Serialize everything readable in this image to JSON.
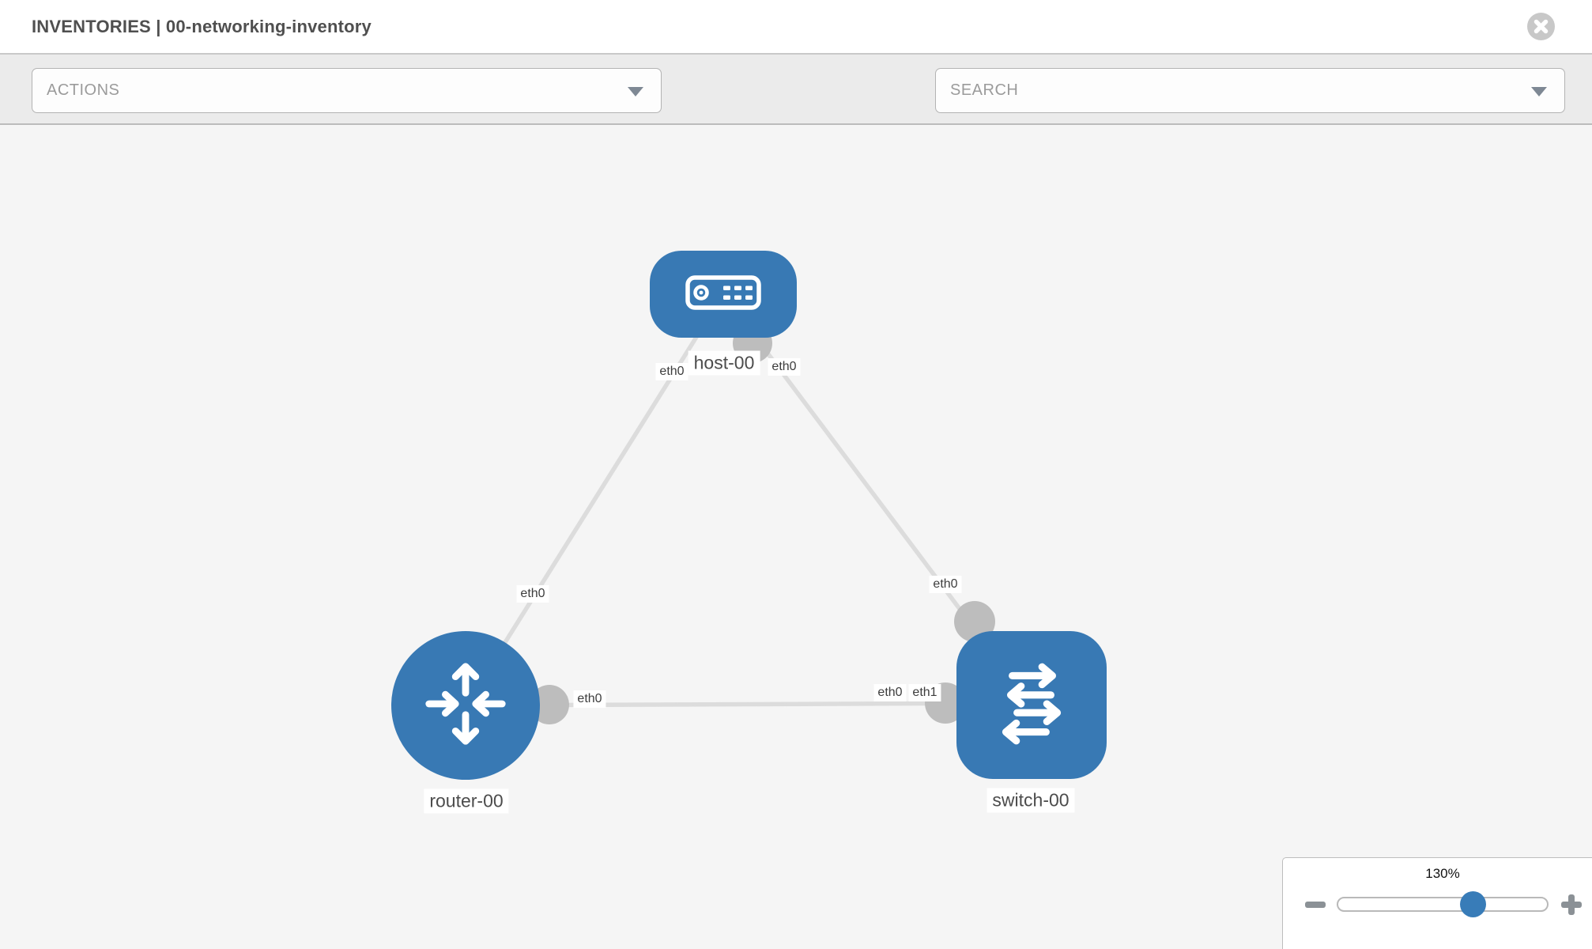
{
  "header": {
    "title": "INVENTORIES | 00-networking-inventory"
  },
  "toolbar": {
    "actions_label": "ACTIONS",
    "search_placeholder": "SEARCH"
  },
  "icons": {
    "close": "x-in-circle",
    "run_command": "wrench",
    "credentials": "key",
    "dropdown_caret": "chevron-down",
    "zoom_out": "minus",
    "zoom_in": "plus",
    "host_node": "server",
    "router_node": "cross-arrows",
    "switch_node": "exchange-arrows"
  },
  "colors": {
    "node_blue": "#3879b4",
    "link_gray": "#dcdcdc",
    "port_gray": "#bdbdbd",
    "slider_thumb_blue": "#387cb8",
    "toolbar_gray": "#ebebeb",
    "canvas_gray": "#f5f5f5"
  },
  "topology": {
    "nodes": [
      {
        "label": "host-00",
        "type": "host"
      },
      {
        "label": "router-00",
        "type": "router"
      },
      {
        "label": "switch-00",
        "type": "switch"
      }
    ],
    "links": [
      {
        "from": "host-00",
        "to": "router-00",
        "from_interface": "eth0",
        "to_interface": "eth0"
      },
      {
        "from": "host-00",
        "to": "switch-00",
        "from_interface": "eth0",
        "to_interface": "eth0"
      },
      {
        "from": "router-00",
        "to": "switch-00",
        "from_interface": "eth0",
        "to_interface": "eth1",
        "to_interface_overlapped": "eth0"
      }
    ]
  },
  "zoom_control": {
    "level": "130%"
  }
}
